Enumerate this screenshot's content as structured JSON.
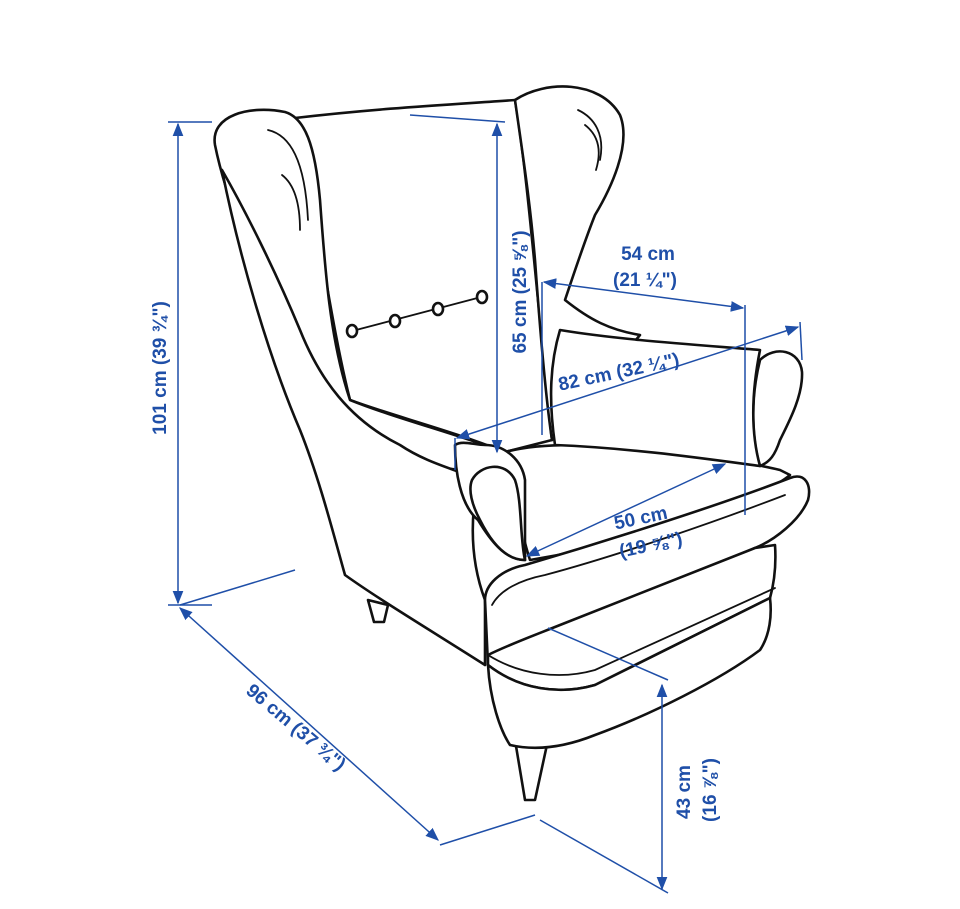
{
  "dimensions": {
    "total_height": {
      "metric": "101 cm",
      "imperial": "(39 ¾\")"
    },
    "back_height": {
      "metric": "65 cm",
      "imperial": "(25 ⅝\")"
    },
    "seat_width_inner": {
      "metric": "54 cm",
      "imperial": "(21 ¼\")"
    },
    "total_width": {
      "metric": "82 cm",
      "imperial": "(32 ¼\")"
    },
    "seat_depth": {
      "metric": "50 cm",
      "imperial": "(19 ⅝\")"
    },
    "total_depth": {
      "metric": "96 cm",
      "imperial": "(37 ¾\")"
    },
    "seat_height": {
      "metric": "43 cm",
      "imperial": "(16 ⅞\")"
    }
  },
  "colors": {
    "dimension": "#1f4fa8",
    "outline": "#111111"
  }
}
